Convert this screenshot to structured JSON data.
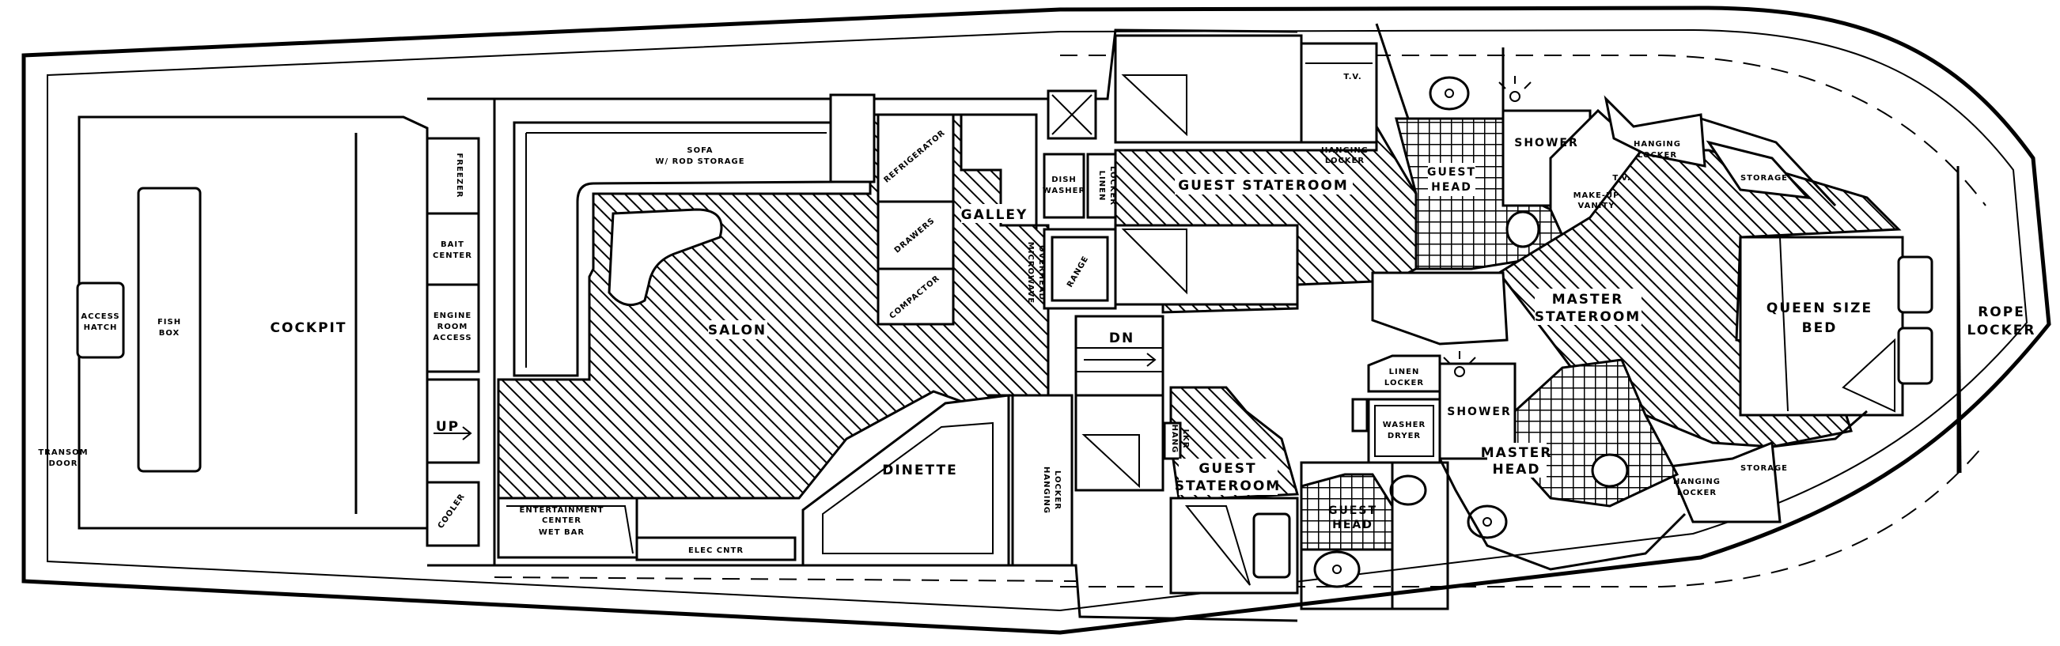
{
  "labels": {
    "cockpit": "COCKPIT",
    "access_hatch": [
      "ACCESS",
      "HATCH"
    ],
    "fish_box": [
      "FISH",
      "BOX"
    ],
    "transom_door": [
      "TRANSOM",
      "DOOR"
    ],
    "freezer": "FREEZER",
    "bait_center": [
      "BAIT",
      "CENTER"
    ],
    "engine_room_access": [
      "ENGINE",
      "ROOM",
      "ACCESS"
    ],
    "cooler": "COOLER",
    "up": "UP",
    "dn": "DN",
    "sofa": [
      "SOFA",
      "W/ ROD STORAGE"
    ],
    "salon": "SALON",
    "entertainment_center": [
      "ENTERTAINMENT",
      "CENTER",
      "WET BAR"
    ],
    "elec_cntr": "ELEC CNTR",
    "refrigerator": "REFRIGERATOR",
    "drawers": "DRAWERS",
    "compactor": "COMPACTOR",
    "galley": "GALLEY",
    "dishwasher": [
      "DISH",
      "WASHER"
    ],
    "range": "RANGE",
    "microwave_overhead": [
      "MICROWAVE",
      "OVERHEAD"
    ],
    "linen_locker_galley": [
      "LINEN",
      "LOCKER"
    ],
    "dinette": "DINETTE",
    "hanging_locker_port": [
      "HANGING",
      "LOCKER"
    ],
    "guest_stateroom_fwd": "GUEST STATEROOM",
    "hanging_locker_guest": [
      "HANGING",
      "LOCKER"
    ],
    "tv_guest": "T.V.",
    "guest_head_stbd": [
      "GUEST",
      "HEAD"
    ],
    "shower_stbd": "SHOWER",
    "make_up_vanity": [
      "MAKE-UP",
      "VANITY"
    ],
    "tv_master": "T.V.",
    "hanging_locker_master_stbd": [
      "HANGING",
      "LOCKER"
    ],
    "storage_stbd": "STORAGE",
    "master_stateroom": [
      "MASTER",
      "STATEROOM"
    ],
    "queen_size_bed": [
      "QUEEN SIZE",
      "BED"
    ],
    "rope_locker": [
      "ROPE",
      "LOCKER"
    ],
    "linen_locker": [
      "LINEN",
      "LOCKER"
    ],
    "washer_dryer": [
      "WASHER",
      "DRYER"
    ],
    "shower_port": "SHOWER",
    "master_head": [
      "MASTER",
      "HEAD"
    ],
    "hanging_locker_master_port": [
      "HANGING",
      "LOCKER"
    ],
    "storage_port": "STORAGE",
    "guest_stateroom_aft": [
      "GUEST",
      "STATEROOM"
    ],
    "hanging_locker_guest_aft": [
      "HANG",
      "LKR"
    ],
    "guest_head_port": [
      "GUEST",
      "HEAD"
    ]
  },
  "colors": {
    "line": "#000000",
    "background": "#ffffff"
  },
  "icons": [
    "sink-icon",
    "toilet-icon",
    "shower-head-icon",
    "stair-arrow-icon"
  ]
}
